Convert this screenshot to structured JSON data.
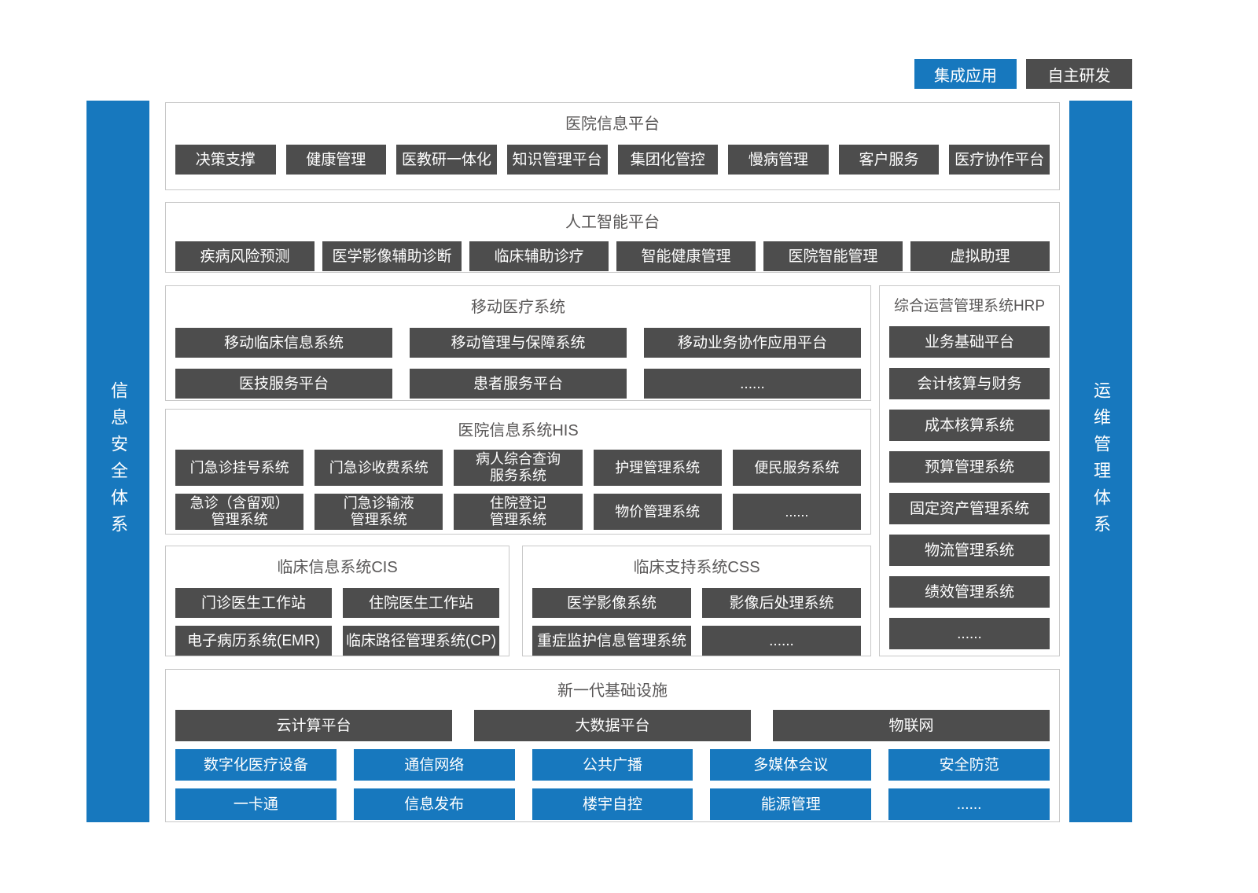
{
  "colors": {
    "blue": "#1778BE",
    "dark": "#4D4D4D"
  },
  "legend": {
    "integrated": "集成应用",
    "self_developed": "自主研发"
  },
  "left_bar": "信息安全体系",
  "right_bar": "运维管理体系",
  "sections": {
    "platform": {
      "title": "医院信息平台",
      "items": [
        "决策支撑",
        "健康管理",
        "医教研一体化",
        "知识管理平台",
        "集团化管控",
        "慢病管理",
        "客户服务",
        "医疗协作平台"
      ]
    },
    "ai": {
      "title": "人工智能平台",
      "items": [
        "疾病风险预测",
        "医学影像辅助诊断",
        "临床辅助诊疗",
        "智能健康管理",
        "医院智能管理",
        "虚拟助理"
      ]
    },
    "mobile": {
      "title": "移动医疗系统",
      "rows": [
        [
          "移动临床信息系统",
          "移动管理与保障系统",
          "移动业务协作应用平台"
        ],
        [
          "医技服务平台",
          "患者服务平台",
          "......"
        ]
      ]
    },
    "hrp": {
      "title": "综合运营管理系统HRP",
      "items": [
        "业务基础平台",
        "会计核算与财务",
        "成本核算系统",
        "预算管理系统",
        "固定资产管理系统",
        "物流管理系统",
        "绩效管理系统",
        "......"
      ]
    },
    "his": {
      "title": "医院信息系统HIS",
      "rows": [
        [
          "门急诊挂号系统",
          "门急诊收费系统",
          "病人综合查询\n服务系统",
          "护理管理系统",
          "便民服务系统"
        ],
        [
          "急诊（含留观）\n管理系统",
          "门急诊输液\n管理系统",
          "住院登记\n管理系统",
          "物价管理系统",
          "......"
        ]
      ]
    },
    "cis": {
      "title": "临床信息系统CIS",
      "rows": [
        [
          "门诊医生工作站",
          "住院医生工作站"
        ],
        [
          "电子病历系统(EMR)",
          "临床路径管理系统(CP)"
        ]
      ]
    },
    "css": {
      "title": "临床支持系统CSS",
      "rows": [
        [
          "医学影像系统",
          "影像后处理系统"
        ],
        [
          "重症监护信息管理系统",
          "......"
        ]
      ]
    },
    "infra": {
      "title": "新一代基础设施",
      "dark_row": [
        "云计算平台",
        "大数据平台",
        "物联网"
      ],
      "blue_rows": [
        [
          "数字化医疗设备",
          "通信网络",
          "公共广播",
          "多媒体会议",
          "安全防范"
        ],
        [
          "一卡通",
          "信息发布",
          "楼宇自控",
          "能源管理",
          "......"
        ]
      ]
    }
  }
}
